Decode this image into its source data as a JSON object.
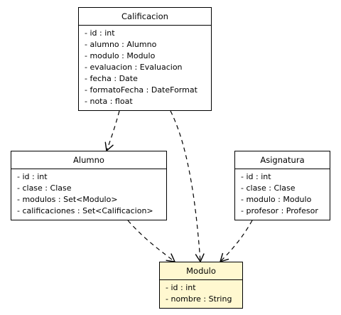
{
  "classes": {
    "calificacion": {
      "name": "Calificacion",
      "attributes": [
        "- id : int",
        "- alumno : Alumno",
        "- modulo : Modulo",
        "- evaluacion : Evaluacion",
        "- fecha : Date",
        "- formatoFecha : DateFormat",
        "- nota : float"
      ]
    },
    "alumno": {
      "name": "Alumno",
      "attributes": [
        "- id : int",
        "- clase : Clase",
        "- modulos : Set<Modulo>",
        "- calificaciones : Set<Calificacion>"
      ]
    },
    "asignatura": {
      "name": "Asignatura",
      "attributes": [
        "- id : int",
        "- clase : Clase",
        "- modulo : Modulo",
        "- profesor : Profesor"
      ]
    },
    "modulo": {
      "name": "Modulo",
      "attributes": [
        "- id : int",
        "- nombre : String"
      ]
    }
  },
  "colors": {
    "highlight_fill": "#fff8d0",
    "line": "#000000"
  }
}
